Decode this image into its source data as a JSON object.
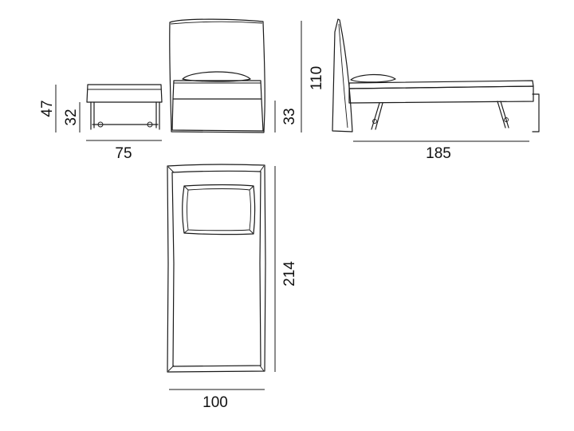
{
  "dimensions": {
    "bench_height": "47",
    "bench_seat_height": "32",
    "bench_width": "75",
    "bed_height": "110",
    "bed_frame_height": "33",
    "bed_length": "185",
    "mattress_length": "214",
    "bed_width": "100"
  },
  "colors": {
    "ink": "#1a1a1a",
    "background": "#ffffff"
  }
}
